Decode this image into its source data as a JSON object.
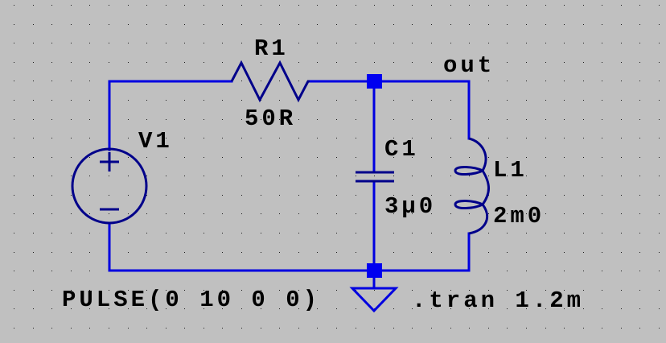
{
  "schematic": {
    "background_color": "#c0c0c0",
    "wire_color": "#0000e0",
    "symbol_color": "#00008a",
    "components": {
      "voltage_source": {
        "name": "V1",
        "value": "PULSE(0 10 0 0)",
        "plus_symbol": "+",
        "minus_symbol": "−"
      },
      "resistor": {
        "name": "R1",
        "value": "50R"
      },
      "capacitor": {
        "name": "C1",
        "value": "3µ0"
      },
      "inductor": {
        "name": "L1",
        "value": "2m0"
      }
    },
    "net_labels": {
      "output": "out"
    },
    "directives": {
      "simulation": ".tran 1.2m"
    }
  }
}
